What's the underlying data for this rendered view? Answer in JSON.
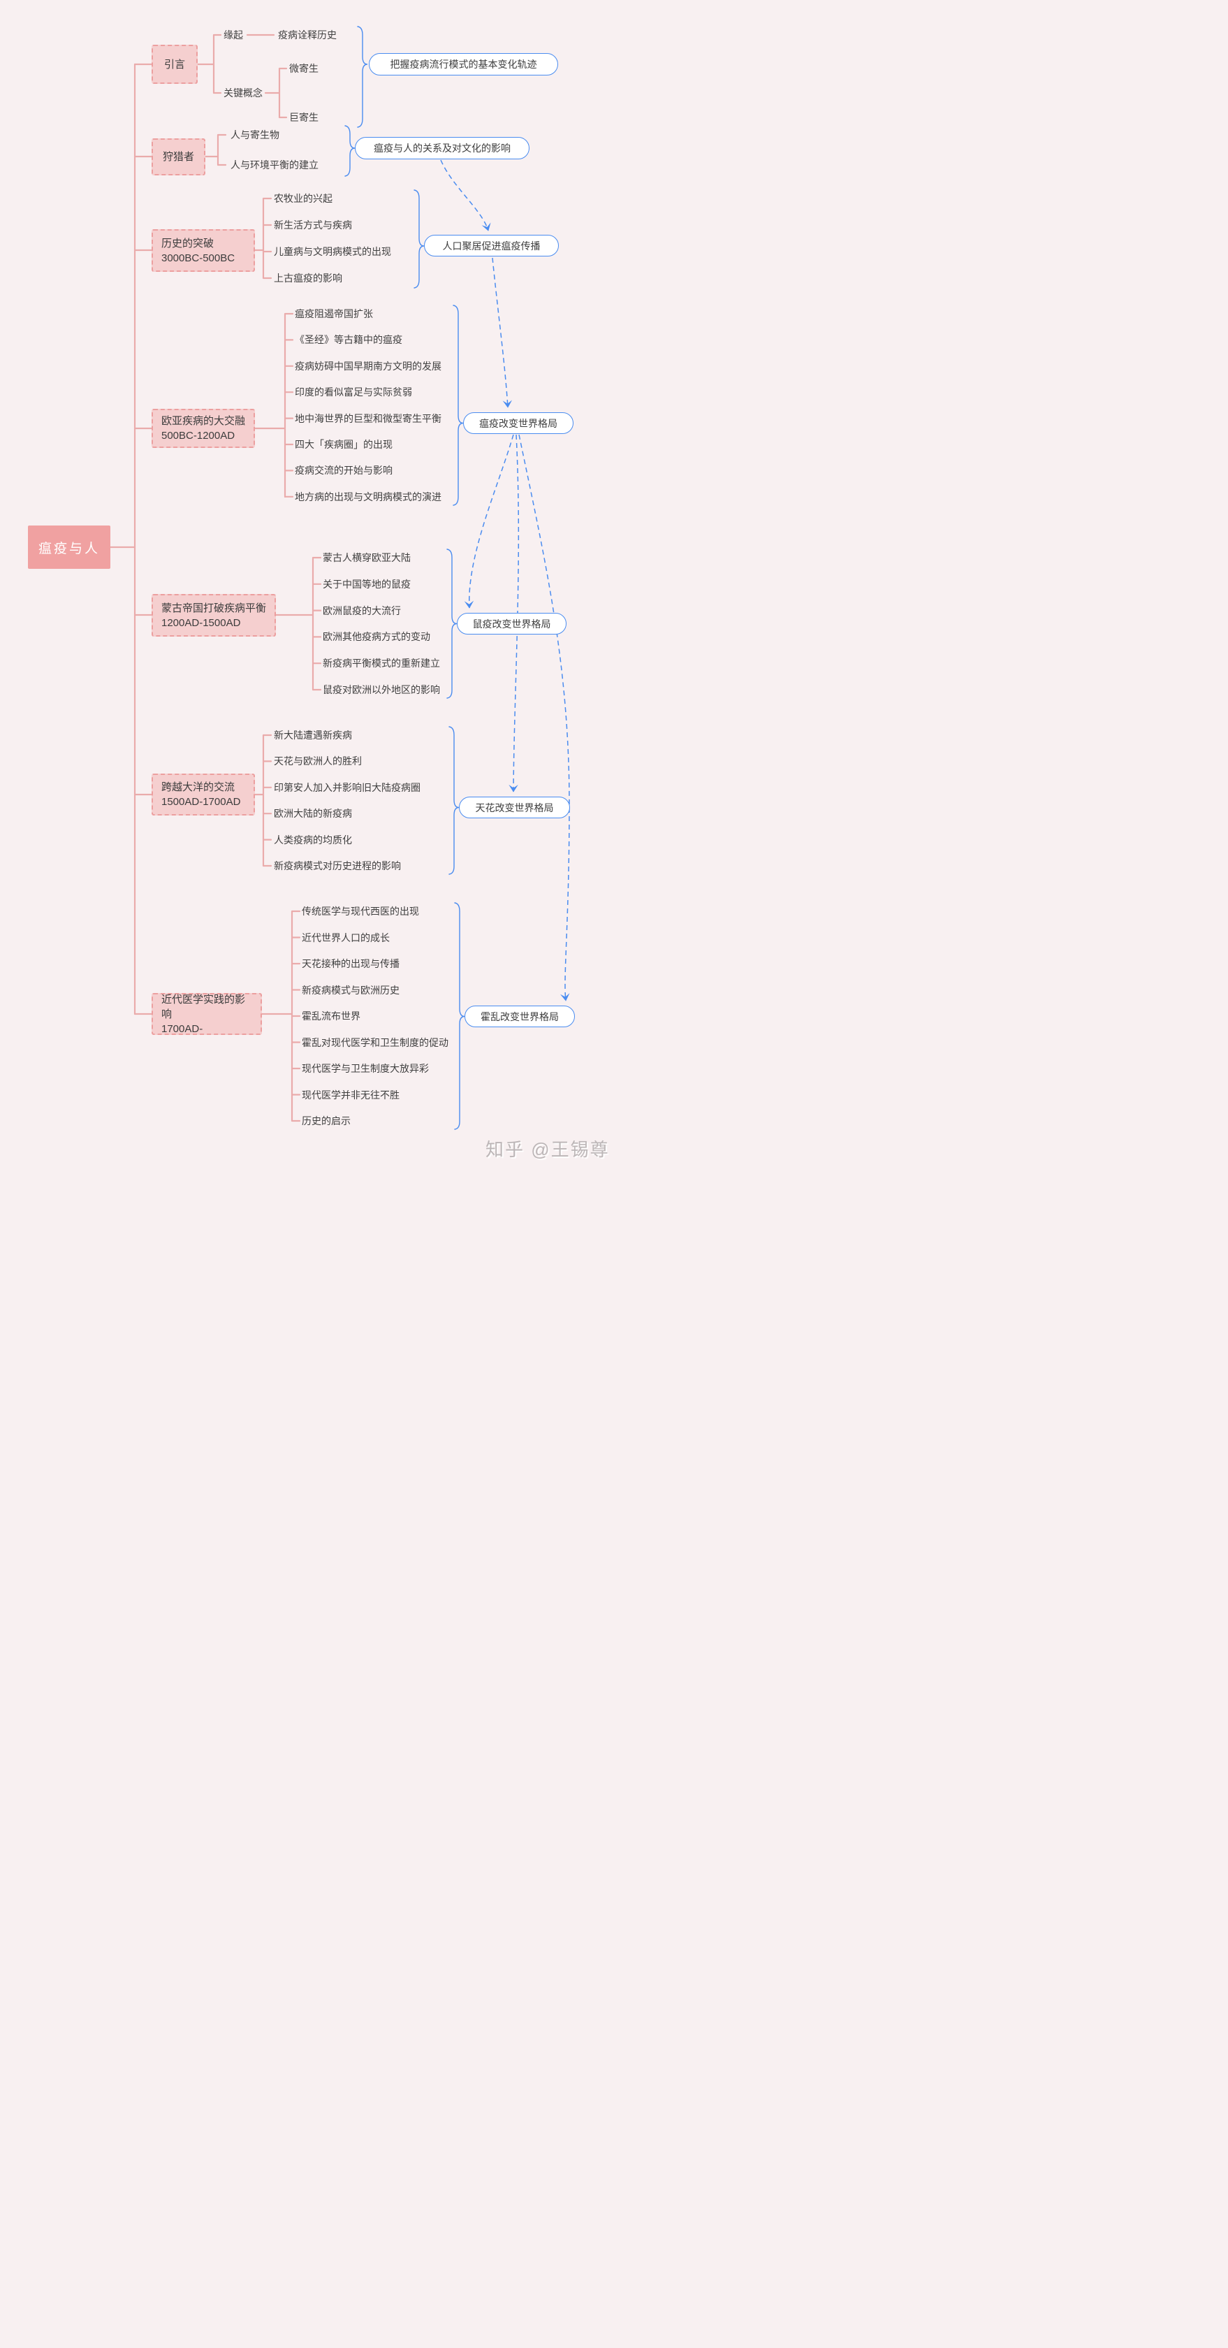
{
  "root": {
    "label": "瘟疫与人"
  },
  "sections": [
    {
      "id": "intro",
      "title": "引言",
      "origin_label": "缘起",
      "origin_child": "疫病诠释历史",
      "concepts_label": "关键概念",
      "concepts_children": [
        "微寄生",
        "巨寄生"
      ],
      "conclusion": "把握疫病流行模式的基本变化轨迹"
    },
    {
      "id": "hunters",
      "title": "狩猎者",
      "children": [
        "人与寄生物",
        "人与环境平衡的建立"
      ],
      "conclusion": "瘟疫与人的关系及对文化的影响"
    },
    {
      "id": "breakthrough",
      "title": "历史的突破",
      "subtitle": "3000BC-500BC",
      "children": [
        "农牧业的兴起",
        "新生活方式与疾病",
        "儿童病与文明病模式的出现",
        "上古瘟疫的影响"
      ],
      "conclusion": "人口聚居促进瘟疫传播"
    },
    {
      "id": "eurasia",
      "title": "欧亚疾病的大交融",
      "subtitle": "500BC-1200AD",
      "children": [
        "瘟疫阻遏帝国扩张",
        "《圣经》等古籍中的瘟疫",
        "疫病妨碍中国早期南方文明的发展",
        "印度的看似富足与实际贫弱",
        "地中海世界的巨型和微型寄生平衡",
        "四大「疾病圈」的出现",
        "疫病交流的开始与影响",
        "地方病的出现与文明病模式的演进"
      ],
      "conclusion": "瘟疫改变世界格局"
    },
    {
      "id": "mongol",
      "title": "蒙古帝国打破疾病平衡",
      "subtitle": "1200AD-1500AD",
      "children": [
        "蒙古人横穿欧亚大陆",
        "关于中国等地的鼠疫",
        "欧洲鼠疫的大流行",
        "欧洲其他疫病方式的变动",
        "新疫病平衡模式的重新建立",
        "鼠疫对欧洲以外地区的影响"
      ],
      "conclusion": "鼠疫改变世界格局"
    },
    {
      "id": "oceans",
      "title": "跨越大洋的交流",
      "subtitle": "1500AD-1700AD",
      "children": [
        "新大陆遭遇新疾病",
        "天花与欧洲人的胜利",
        "印第安人加入并影响旧大陆疫病圈",
        "欧洲大陆的新疫病",
        "人类疫病的均质化",
        "新疫病模式对历史进程的影响"
      ],
      "conclusion": "天花改变世界格局"
    },
    {
      "id": "modern",
      "title": "近代医学实践的影响",
      "subtitle": "1700AD-",
      "children": [
        "传统医学与现代西医的出现",
        "近代世界人口的成长",
        "天花接种的出现与传播",
        "新疫病模式与欧洲历史",
        "霍乱流布世界",
        "霍乱对现代医学和卫生制度的促动",
        "现代医学与卫生制度大放异彩",
        "现代医学并非无往不胜",
        "历史的启示"
      ],
      "conclusion": "霍乱改变世界格局"
    }
  ],
  "watermark": "知乎 @王锡尊",
  "colors": {
    "background": "#f8f0f1",
    "root_fill": "#f0a1a1",
    "section_fill": "#f5cfcf",
    "section_border": "#ec9f9f",
    "branch_line": "#eaabab",
    "accent_blue": "#4a8cf0",
    "text": "#3e3e3e",
    "watermark_gray": "#bcb6b7"
  }
}
